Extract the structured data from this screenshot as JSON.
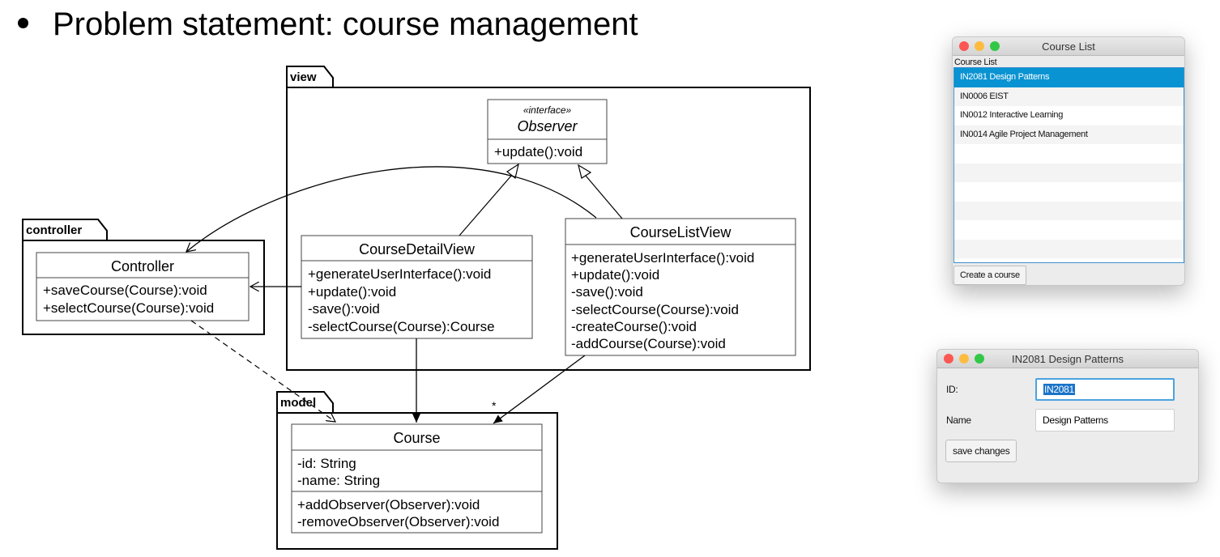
{
  "slide": {
    "title": "Problem statement: course management"
  },
  "diagram": {
    "packages": {
      "view": "view",
      "controller": "controller",
      "model": "model"
    },
    "observer": {
      "stereotype": "«interface»",
      "name": "Observer",
      "methods": [
        "+update():void"
      ]
    },
    "controller": {
      "name": "Controller",
      "methods": [
        "+saveCourse(Course):void",
        "+selectCourse(Course):void"
      ]
    },
    "course_detail_view": {
      "name": "CourseDetailView",
      "methods": [
        "+generateUserInterface():void",
        "+update():void",
        "-save():void",
        "-selectCourse(Course):Course"
      ]
    },
    "course_list_view": {
      "name": "CourseListView",
      "methods": [
        "+generateUserInterface():void",
        "+update():void",
        "-save():void",
        "-selectCourse(Course):void",
        "-createCourse():void",
        "-addCourse(Course):void"
      ]
    },
    "course": {
      "name": "Course",
      "attributes": [
        "-id: String",
        "-name: String"
      ],
      "methods": [
        "+addObserver(Observer):void",
        "-removeObserver(Observer):void"
      ]
    },
    "multiplicity": "*"
  },
  "course_list_window": {
    "title": "Course List",
    "label": "Course List",
    "items": [
      "IN2081 Design Patterns",
      "IN0006 EIST",
      "IN0012 Interactive Learning",
      "IN0014 Agile Project Management"
    ],
    "selected_index": 0,
    "button": "Create a course"
  },
  "detail_window": {
    "title": "IN2081 Design Patterns",
    "id_label": "ID:",
    "id_value": "IN2081",
    "name_label": "Name",
    "name_value": "Design Patterns",
    "button": "save changes"
  },
  "colors": {
    "selection": "#0a93d2",
    "focus_ring": "#4aa3df",
    "close": "#fc5753",
    "minimize": "#fdbc40",
    "zoom": "#33c748"
  }
}
